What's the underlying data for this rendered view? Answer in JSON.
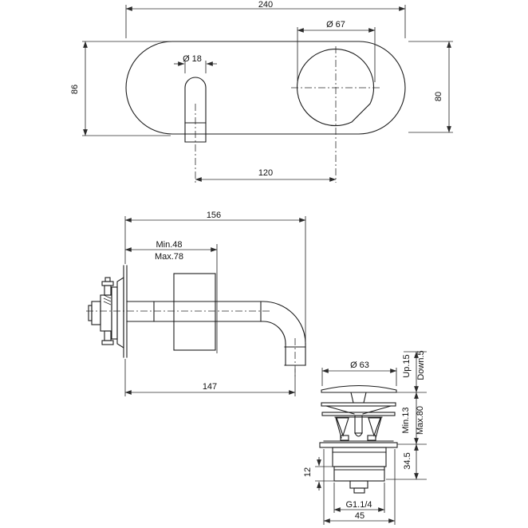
{
  "drawing": {
    "front_view": {
      "overall_width": "240",
      "height_left": "86",
      "height_right": "80",
      "handle_diameter": "Ø 67",
      "spout_diameter": "Ø 18",
      "centers_distance": "120"
    },
    "side_view": {
      "overall_depth": "156",
      "wall_min": "Min.48",
      "wall_max": "Max.78",
      "spout_reach": "147"
    },
    "drain_view": {
      "cap_diameter": "Ø 63",
      "travel_up": "Up.15",
      "travel_down": "Down.5",
      "depth_min": "Min.13",
      "depth_max": "Max.80",
      "body_height": "34.5",
      "thread_length": "12",
      "thread_size": "G1.1/4",
      "body_width": "45"
    }
  }
}
